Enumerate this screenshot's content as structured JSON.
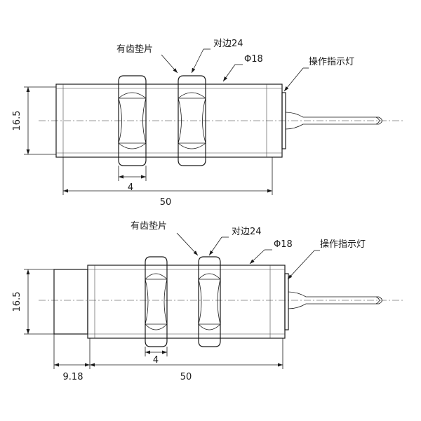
{
  "colors": {
    "line": "#1a1a1a",
    "background": "#ffffff"
  },
  "top_view": {
    "label_serrated_washer": "有齿垫片",
    "label_across_flats": "对边24",
    "label_diameter": "Φ18",
    "label_indicator_light": "操作指示灯",
    "dim_height": "16.5",
    "dim_nut_width": "4",
    "dim_length": "50"
  },
  "bottom_view": {
    "label_serrated_washer": "有齿垫片",
    "label_across_flats": "对边24",
    "label_diameter": "Φ18",
    "label_indicator_light": "操作指示灯",
    "dim_height": "16.5",
    "dim_nut_width": "4",
    "dim_offset": "9.18",
    "dim_length": "50"
  }
}
